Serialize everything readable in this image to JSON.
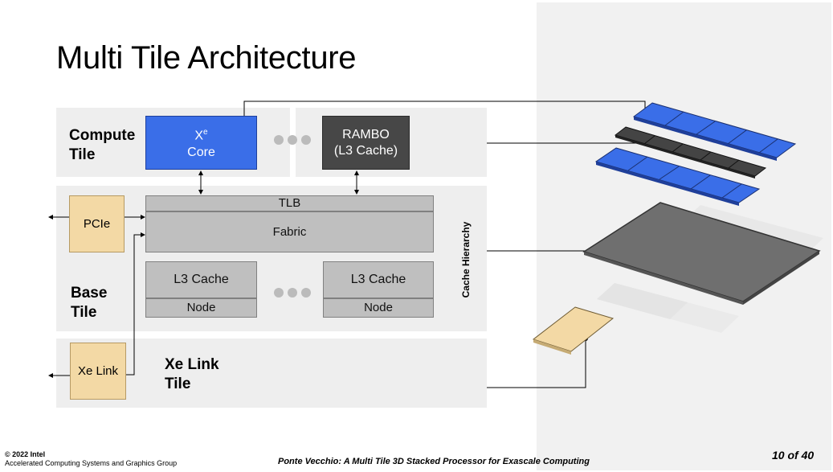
{
  "slide": {
    "title": "Multi Tile Architecture",
    "footer": {
      "copyright": "© 2022 Intel",
      "group": "Accelerated Computing Systems and Graphics Group",
      "paper_title": "Ponte Vecchio: A Multi Tile 3D Stacked Processor for Exascale Computing",
      "page": "10 of 40"
    }
  },
  "diagram": {
    "compute_tile": {
      "label_line1": "Compute",
      "label_line2": "Tile",
      "xe_core": {
        "line1_base": "X",
        "line1_sup": "e",
        "line2": "Core"
      },
      "rambo": {
        "line1": "RAMBO",
        "line2": "(L3 Cache)"
      }
    },
    "base_tile": {
      "label_line1": "Base",
      "label_line2": "Tile",
      "pcie": "PCIe",
      "tlb": "TLB",
      "fabric": "Fabric",
      "l3_left": {
        "top": "L3 Cache",
        "bottom": "Node"
      },
      "l3_right": {
        "top": "L3 Cache",
        "bottom": "Node"
      },
      "cache_hierarchy": "Cache Hierarchy"
    },
    "xe_link_tile": {
      "label_line1": "Xe Link",
      "label_line2": "Tile",
      "xe_link": "Xe Link"
    },
    "colors": {
      "compute_blue": "#3a6ee8",
      "rambo_dark": "#474747",
      "io_beige": "#f3d9a5",
      "fabric_gray": "#bfbfbf",
      "band_gray": "#eeeeee"
    }
  }
}
